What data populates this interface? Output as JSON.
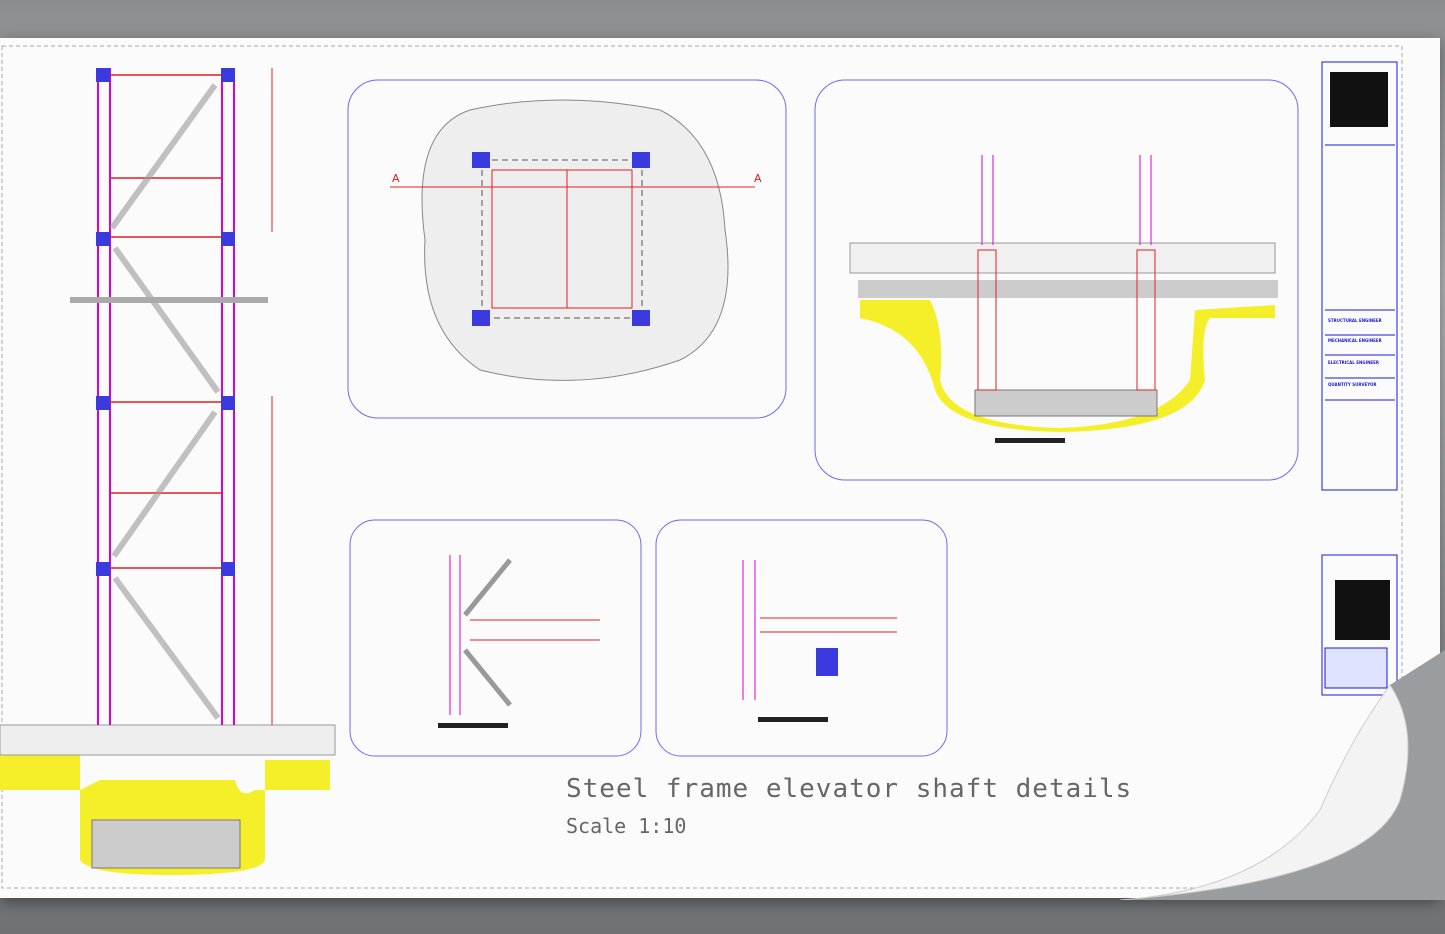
{
  "drawing": {
    "title": "Steel frame elevator shaft details",
    "scale": "Scale 1:10",
    "section_marker": "A"
  },
  "title_block": {
    "roles": [
      "STRUCTURAL ENGINEER",
      "MECHANICAL ENGINEER",
      "ELECTRICAL ENGINEER",
      "QUANTITY SURVEYOR"
    ]
  },
  "colors": {
    "frame": "#d400d4",
    "member": "#e02020",
    "border": "#3a3adf",
    "footing": "#f5ef2a"
  }
}
